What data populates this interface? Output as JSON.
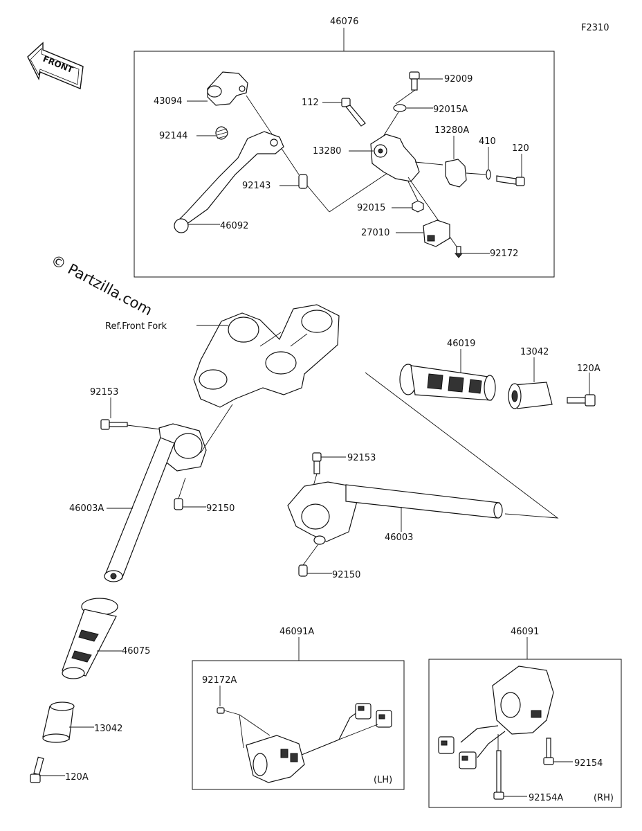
{
  "figure_code": "F2310",
  "watermark": "© Partzilla.com",
  "front_arrow_label": "FRONT",
  "side_labels": {
    "lh": "(LH)",
    "rh": "(RH)"
  },
  "labels": {
    "p46076": "46076",
    "p43094": "43094",
    "p92144": "92144",
    "p92143": "92143",
    "p46092": "46092",
    "p92009": "92009",
    "p112": "112",
    "p92015A": "92015A",
    "p13280A": "13280A",
    "p410": "410",
    "p120": "120",
    "p13280": "13280",
    "p92015": "92015",
    "p27010": "27010",
    "p92172": "92172",
    "ref_front_fork": "Ref.Front Fork",
    "p46019": "46019",
    "p13042_top": "13042",
    "p120A_top": "120A",
    "p92153_left": "92153",
    "p92153_right": "92153",
    "p46003A": "46003A",
    "p92150_left": "92150",
    "p46003": "46003",
    "p92150_right": "92150",
    "p46075": "46075",
    "p13042_bottom": "13042",
    "p120A_bottom": "120A",
    "p46091A": "46091A",
    "p92172A": "92172A",
    "p46091": "46091",
    "p92154": "92154",
    "p92154A": "92154A"
  }
}
